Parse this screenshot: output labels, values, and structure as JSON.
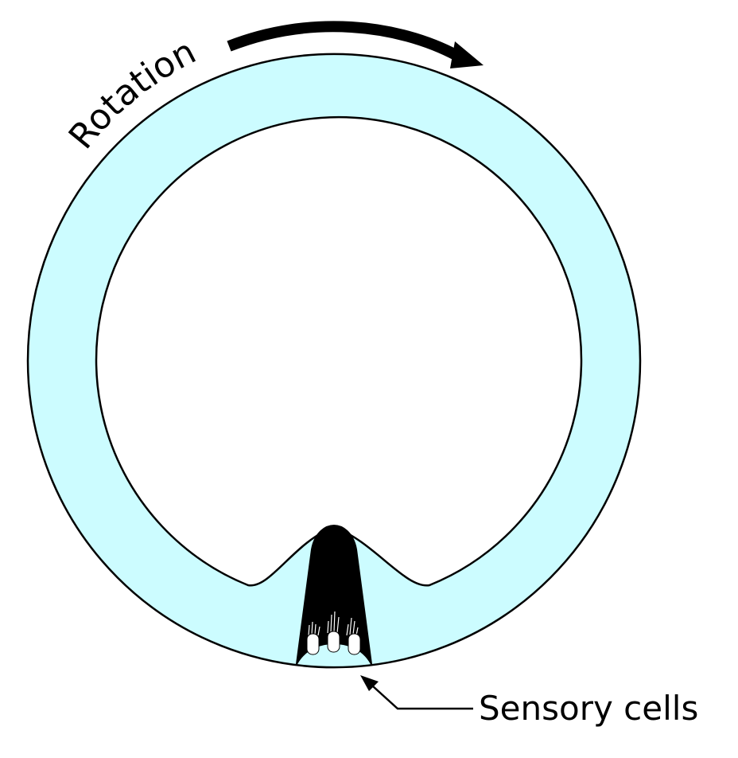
{
  "diagram": {
    "rotation_label": "Rotation",
    "sensory_label": "Sensory cells"
  },
  "colors": {
    "canal_fill": "#ccfcff",
    "outline": "#000000",
    "cupula": "#000000",
    "hair_cells": "#ffffff",
    "background": "#ffffff"
  },
  "icons": {
    "rotation_arrow": "curved-arrow-clockwise",
    "pointer_arrow": "arrow-up-left"
  }
}
